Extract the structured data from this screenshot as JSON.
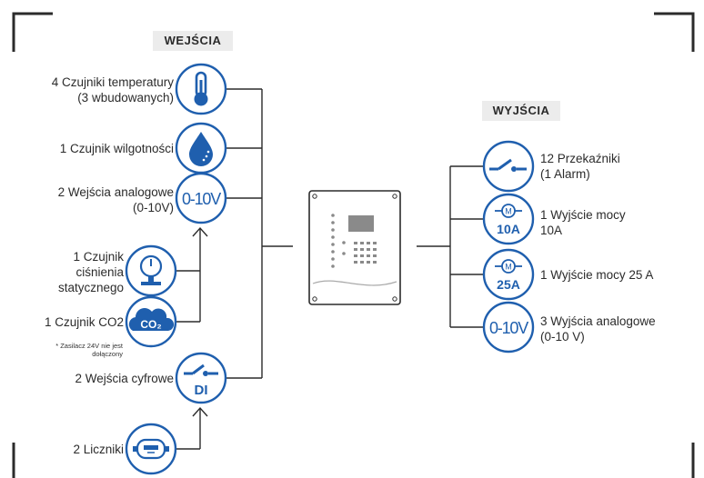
{
  "inputs_heading": "WEJŚCIA",
  "outputs_heading": "WYJŚCIA",
  "inputs": [
    {
      "line1": "4 Czujniki temperatury",
      "line2": "(3 wbudowanych)",
      "icon": "thermometer-icon"
    },
    {
      "line1": "1 Czujnik wilgotności",
      "icon": "humidity-drop-icon"
    },
    {
      "line1": "2 Wejścia analogowe",
      "line2": "(0-10V)",
      "icon": "analog-0-10v-icon",
      "icon_text": "0-10V"
    },
    {
      "line1": "1 Czujnik",
      "line2": "ciśnienia",
      "line3": "statycznego",
      "icon": "pressure-gauge-icon"
    },
    {
      "line1": "1 Czujnik CO2",
      "icon": "co2-cloud-icon",
      "icon_text": "CO₂"
    },
    {
      "line1": "2 Wejścia cyfrowe",
      "icon": "digital-input-switch-icon",
      "icon_text": "DI"
    },
    {
      "line1": "2 Liczniki",
      "icon": "meter-counter-icon"
    }
  ],
  "co2_note": {
    "line1": "* Zasilacz 24V nie jest",
    "line2": "dołączony"
  },
  "outputs": [
    {
      "line1": "12 Przekaźniki",
      "line2": "(1 Alarm)",
      "icon": "relay-switch-icon"
    },
    {
      "line1": "1 Wyjście mocy",
      "line2": "10A",
      "icon": "motor-10a-icon",
      "icon_text": "10A"
    },
    {
      "line1": "1 Wyjście mocy 25 A",
      "icon": "motor-25a-icon",
      "icon_text": "25A"
    },
    {
      "line1": "3 Wyjścia analogowe",
      "line2": "(0-10 V)",
      "icon": "analog-0-10v-output-icon",
      "icon_text": "0-10V"
    }
  ],
  "motor_symbol": "M",
  "colors": {
    "accent": "#1f5fae",
    "line": "#2b2b2b",
    "heading_bg": "#ececec",
    "text": "#2b2b2b"
  }
}
